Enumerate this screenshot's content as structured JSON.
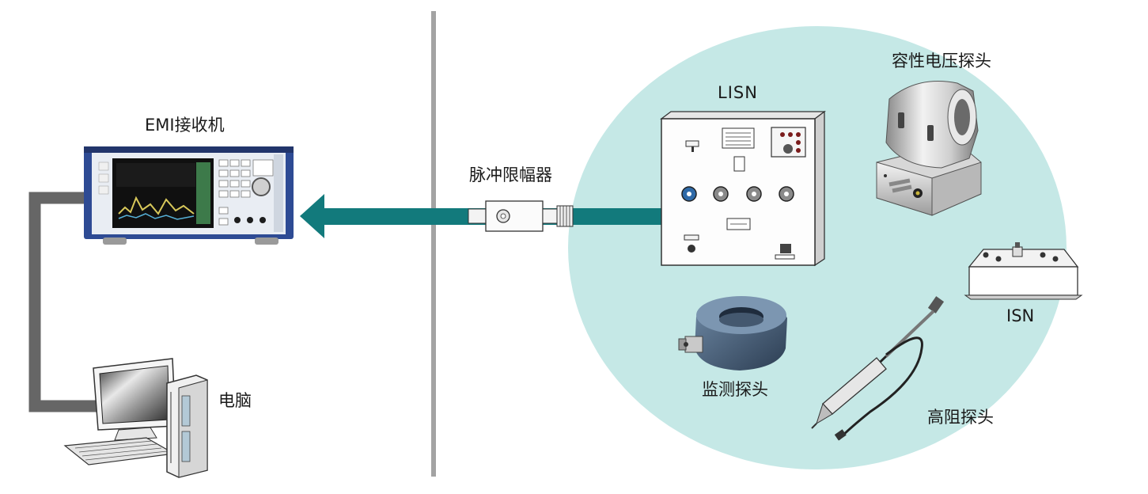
{
  "labels": {
    "emi_receiver": "EMI接收机",
    "computer": "电脑",
    "pulse_limiter": "脉冲限幅器",
    "lisn": "LISN",
    "capacitive_probe": "容性电压探头",
    "isn": "ISN",
    "monitor_probe": "监测探头",
    "high_impedance_probe": "高阻探头"
  },
  "colors": {
    "signal_path": "#127a7c",
    "accessory_zone": "#c5e8e6",
    "control_cable": "#666666",
    "divider": "#a3a3a3"
  },
  "icons": {
    "emi_receiver": "spectrum-analyzer-icon",
    "computer": "desktop-computer-icon",
    "pulse_limiter": "inline-attenuator-icon",
    "lisn": "lisn-panel-icon",
    "capacitive_probe": "clamp-probe-icon",
    "isn": "isn-box-icon",
    "monitor_probe": "current-probe-ring-icon",
    "high_impedance_probe": "probe-pen-icon"
  }
}
